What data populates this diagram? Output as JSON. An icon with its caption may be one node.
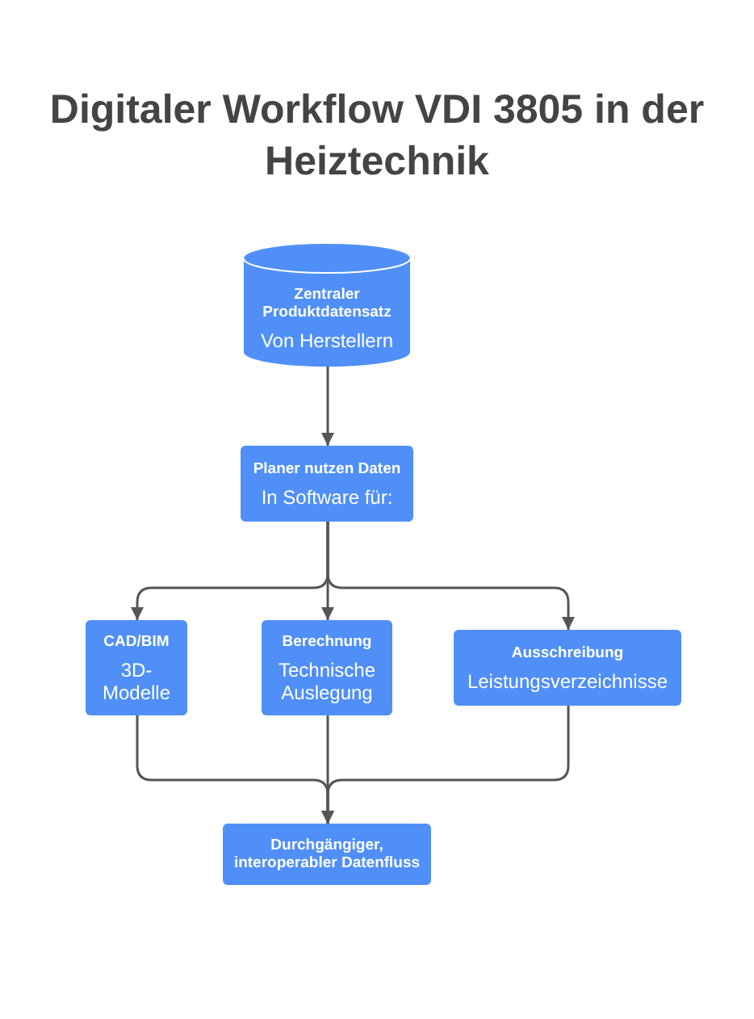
{
  "diagram": {
    "title": "Digitaler Workflow VDI 3805 in der Heiztechnik",
    "nodes": [
      {
        "text": [
          "Zentraler Produktdatensatz",
          "Von Herstellern"
        ]
      },
      {
        "text": [
          "Planer nutzen Daten",
          "In Software für:"
        ]
      },
      {
        "text": [
          "CAD/BIM",
          "3D-Modelle"
        ]
      },
      {
        "text": [
          "Berechnung",
          "Technische Auslegung"
        ]
      },
      {
        "text": [
          "Ausschreibung",
          "Leistungsverzeichnisse"
        ]
      },
      {
        "text": [
          "Durchgängiger, interoperabler Datenfluss"
        ]
      }
    ],
    "edges": [
      {
        "from": 0,
        "to": 1,
        "arrow": "to"
      },
      {
        "from": 1,
        "to": 2,
        "arrow": "to"
      },
      {
        "from": 1,
        "to": 3,
        "arrow": "to"
      },
      {
        "from": 1,
        "to": 4,
        "arrow": "to"
      },
      {
        "from": 2,
        "to": 5,
        "arrow": "to"
      },
      {
        "from": 3,
        "to": 5,
        "arrow": "to"
      },
      {
        "from": 4,
        "to": 5,
        "arrow": "to"
      }
    ]
  }
}
